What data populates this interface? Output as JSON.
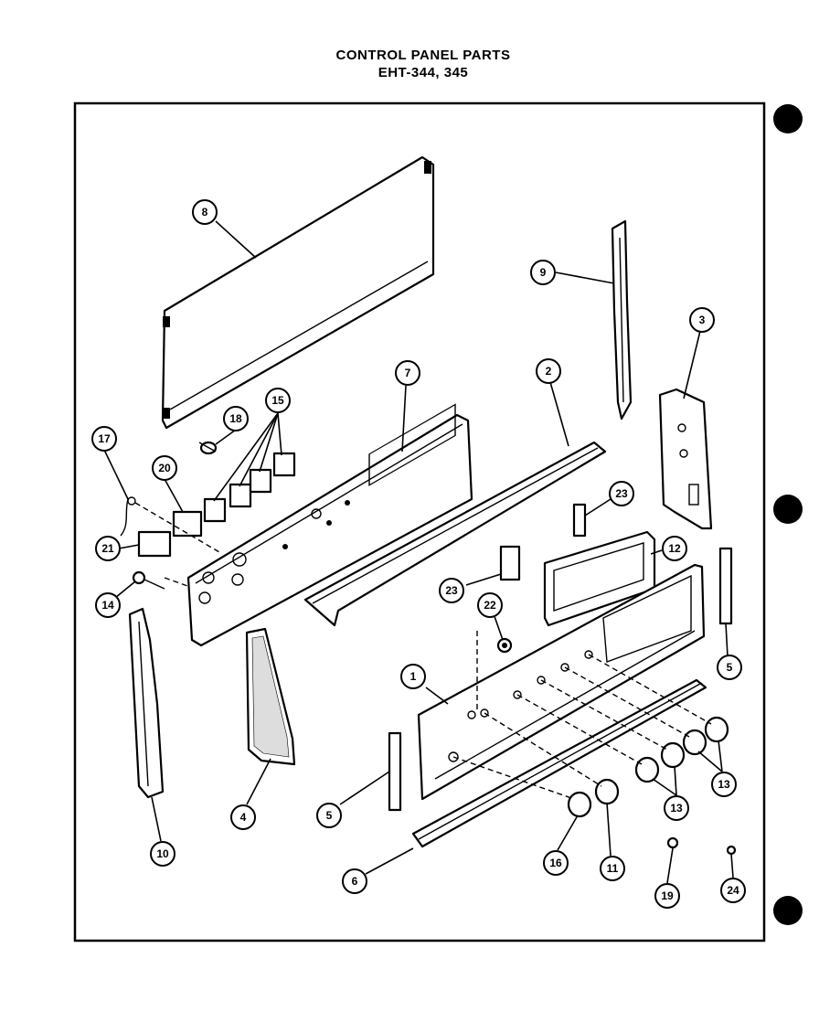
{
  "title": {
    "line1": "CONTROL PANEL PARTS",
    "line2": "EHT-344, 345"
  },
  "callouts": [
    {
      "id": "c1",
      "label": "1"
    },
    {
      "id": "c2",
      "label": "2"
    },
    {
      "id": "c3",
      "label": "3"
    },
    {
      "id": "c4",
      "label": "4"
    },
    {
      "id": "c5a",
      "label": "5"
    },
    {
      "id": "c5b",
      "label": "5"
    },
    {
      "id": "c6",
      "label": "6"
    },
    {
      "id": "c7",
      "label": "7"
    },
    {
      "id": "c8",
      "label": "8"
    },
    {
      "id": "c9",
      "label": "9"
    },
    {
      "id": "c10",
      "label": "10"
    },
    {
      "id": "c11",
      "label": "11"
    },
    {
      "id": "c12",
      "label": "12"
    },
    {
      "id": "c13a",
      "label": "13"
    },
    {
      "id": "c13b",
      "label": "13"
    },
    {
      "id": "c14",
      "label": "14"
    },
    {
      "id": "c15",
      "label": "15"
    },
    {
      "id": "c16",
      "label": "16"
    },
    {
      "id": "c17",
      "label": "17"
    },
    {
      "id": "c18",
      "label": "18"
    },
    {
      "id": "c19",
      "label": "19"
    },
    {
      "id": "c20",
      "label": "20"
    },
    {
      "id": "c21",
      "label": "21"
    },
    {
      "id": "c22",
      "label": "22"
    },
    {
      "id": "c23a",
      "label": "23"
    },
    {
      "id": "c23b",
      "label": "23"
    },
    {
      "id": "c24",
      "label": "24"
    }
  ]
}
